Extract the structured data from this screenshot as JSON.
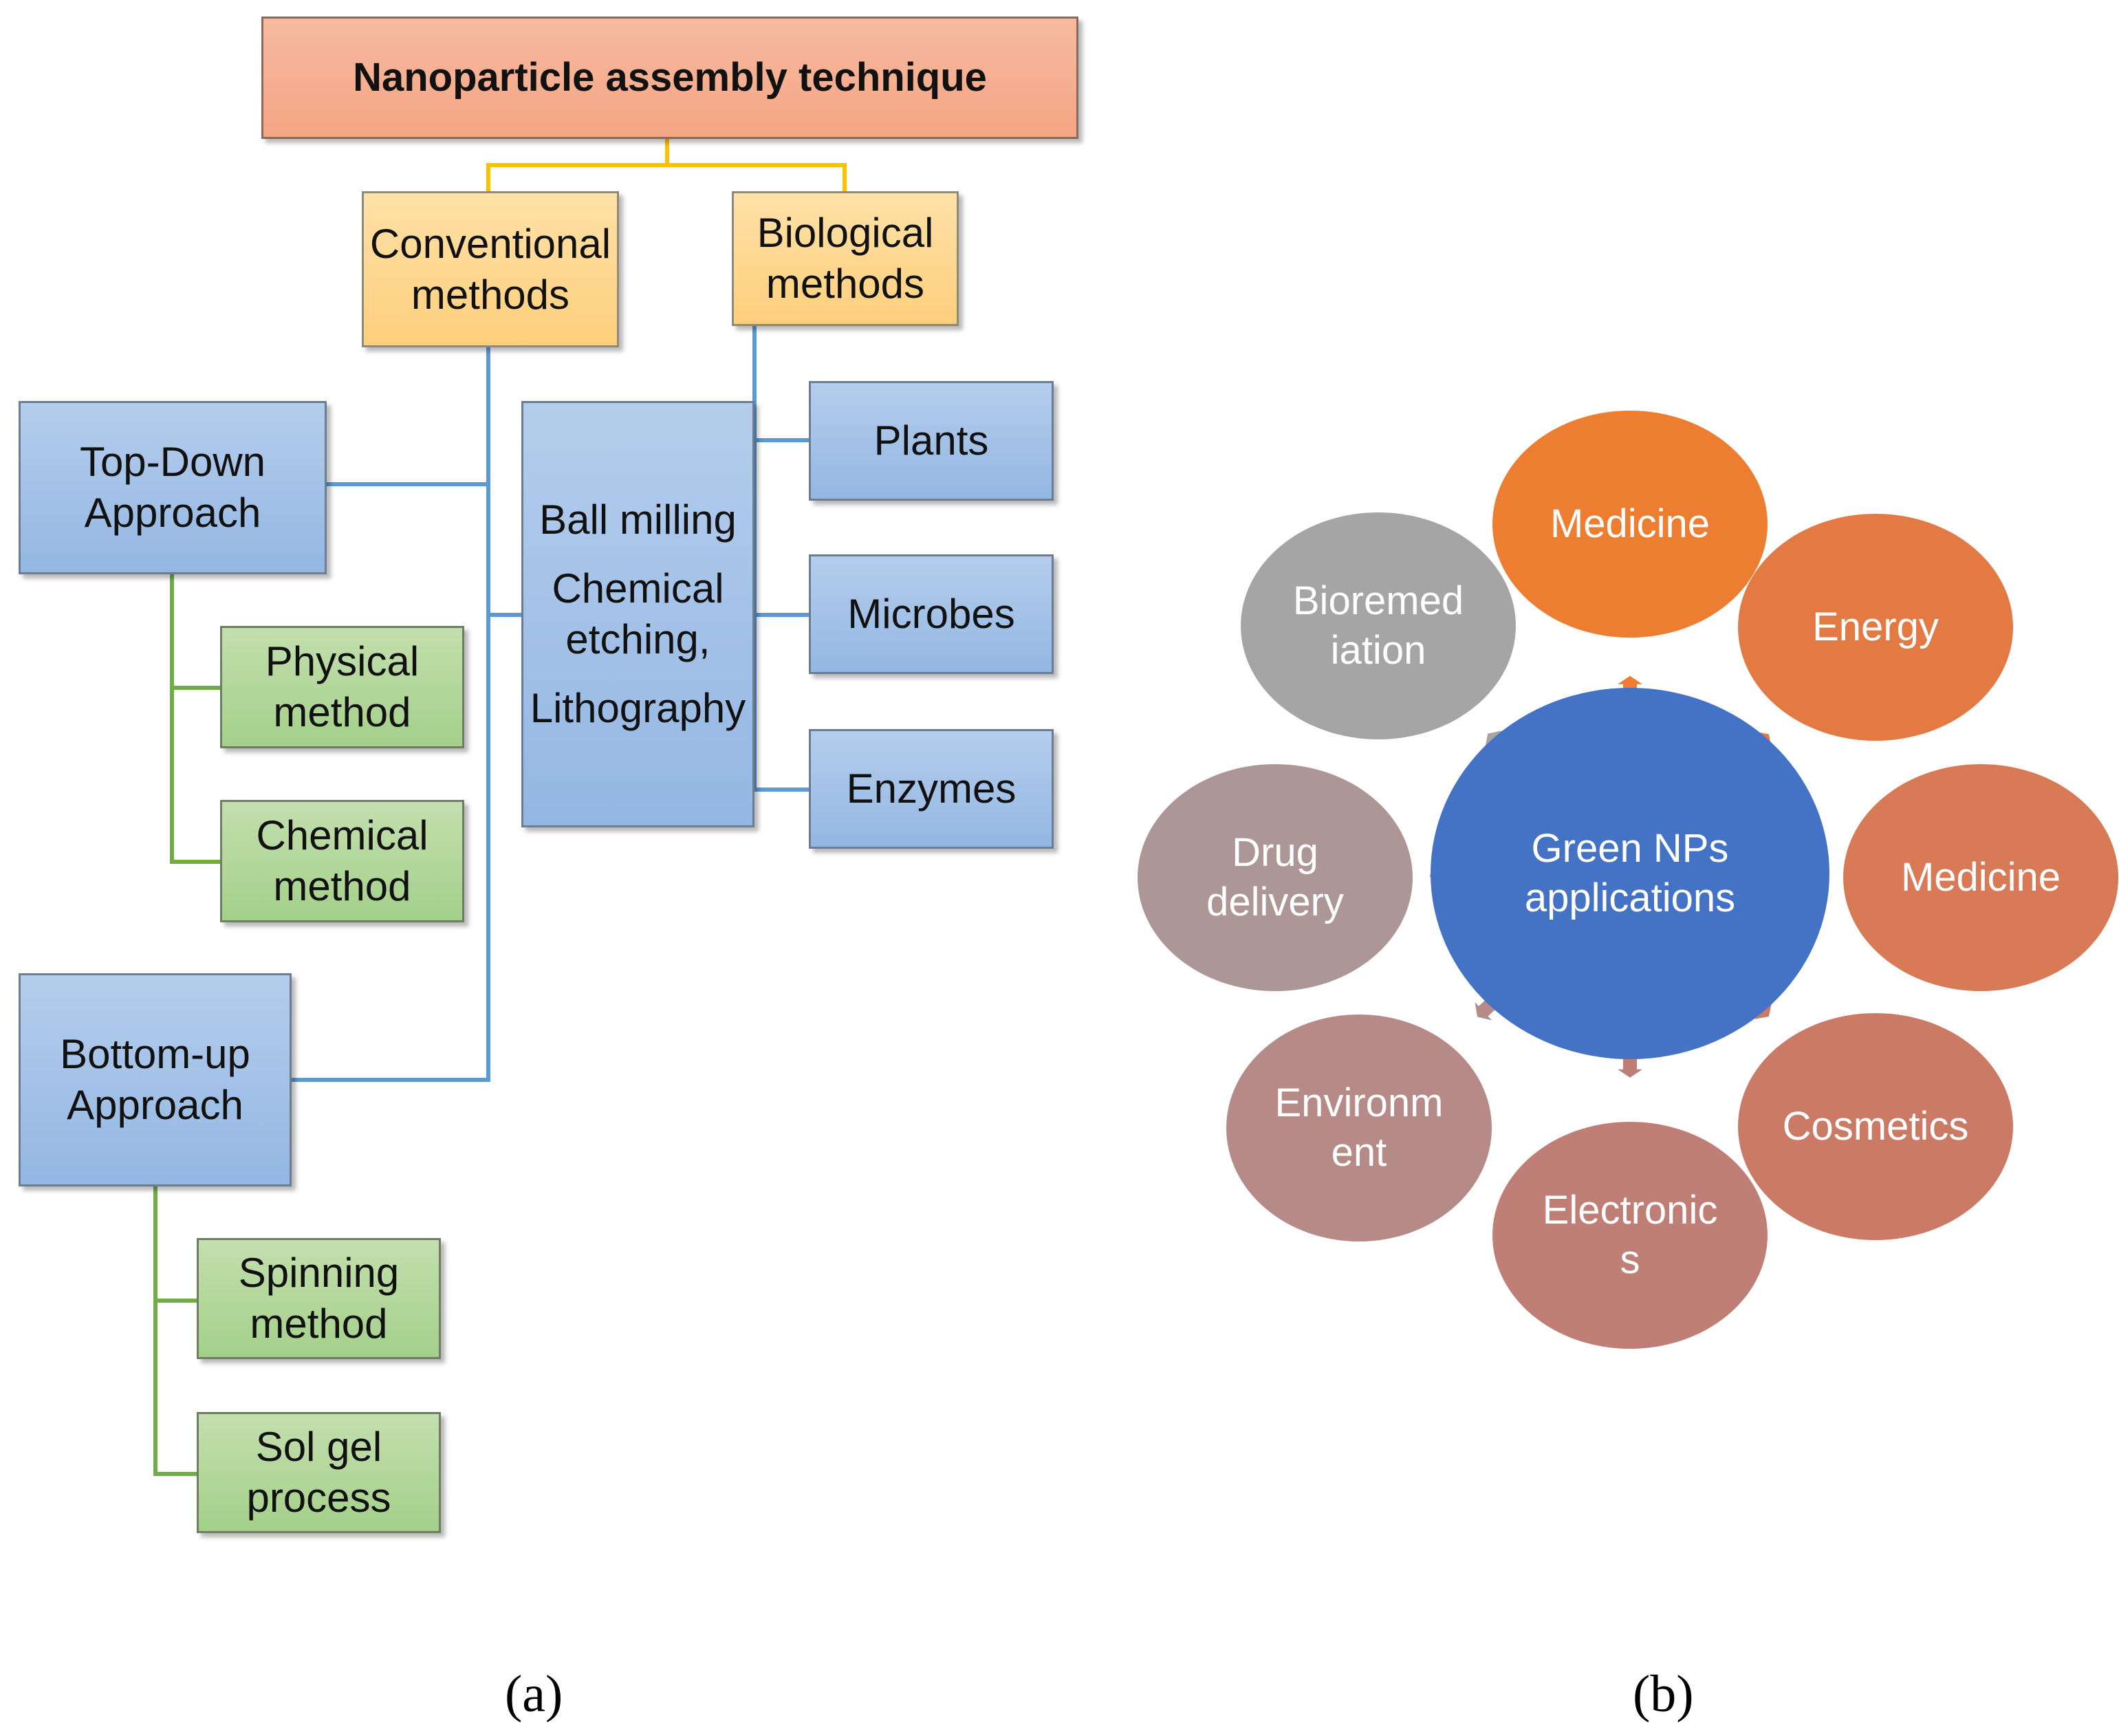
{
  "panel_a": {
    "label": "(a)",
    "title": "Nanoparticle assembly technique",
    "conventional": [
      "Conventional",
      "methods"
    ],
    "biological": [
      "Biological",
      "methods"
    ],
    "top_down": [
      "Top-Down",
      "Approach"
    ],
    "bottom_up": [
      "Bottom-up",
      "Approach"
    ],
    "physical": [
      "Physical",
      "method"
    ],
    "chemical": [
      "Chemical",
      "method"
    ],
    "spinning": [
      "Spinning",
      "method"
    ],
    "sol_gel": [
      "Sol gel",
      "process"
    ],
    "techniques": [
      "Ball milling",
      "Chemical",
      "etching,",
      "Lithography"
    ],
    "plants": "Plants",
    "microbes": "Microbes",
    "enzymes": "Enzymes"
  },
  "panel_b": {
    "label": "(b)",
    "center": [
      "Green NPs",
      "applications"
    ],
    "nodes": [
      {
        "lines": [
          "Medicine"
        ],
        "color": "#ed7d31"
      },
      {
        "lines": [
          "Energy"
        ],
        "color": "#e37a43"
      },
      {
        "lines": [
          "Medicine"
        ],
        "color": "#d87a56"
      },
      {
        "lines": [
          "Cosmetics"
        ],
        "color": "#cb7a66"
      },
      {
        "lines": [
          "Electronic",
          "s"
        ],
        "color": "#c07f76"
      },
      {
        "lines": [
          "Environm",
          "ent"
        ],
        "color": "#b68a86"
      },
      {
        "lines": [
          "Drug",
          "delivery"
        ],
        "color": "#ad9796"
      },
      {
        "lines": [
          "Bioremed",
          "iation"
        ],
        "color": "#a5a5a5"
      }
    ],
    "center_color": "#4472c4"
  }
}
